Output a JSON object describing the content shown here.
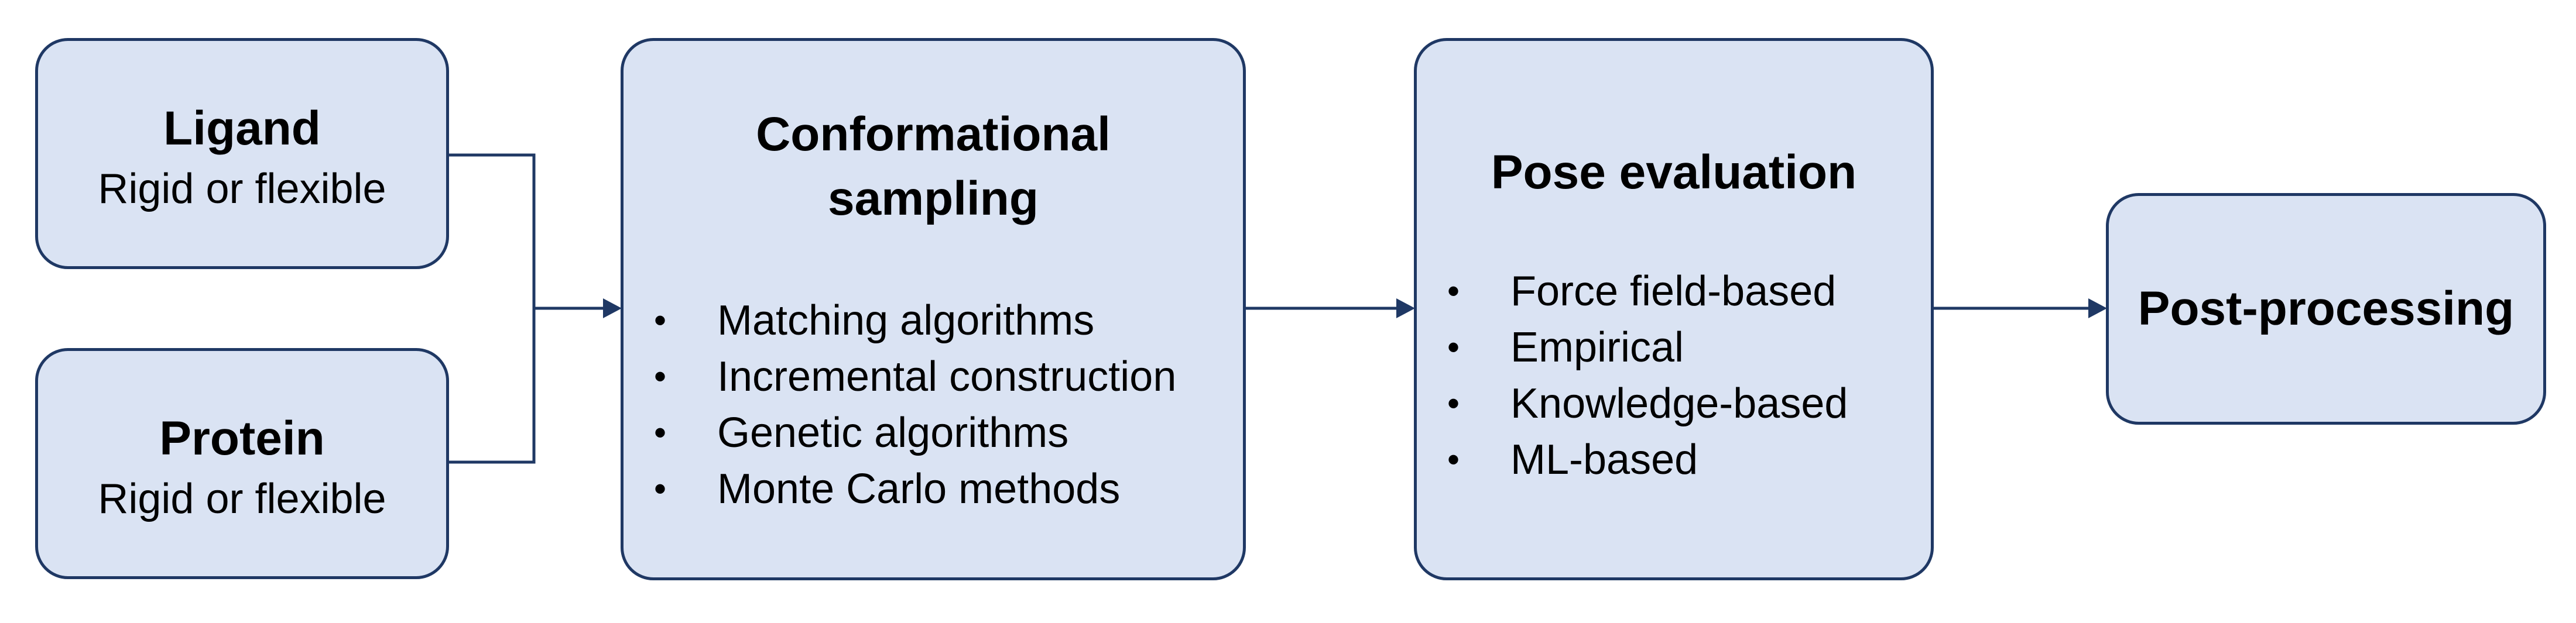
{
  "ligand": {
    "title": "Ligand",
    "subtitle": "Rigid or flexible"
  },
  "protein": {
    "title": "Protein",
    "subtitle": "Rigid or flexible"
  },
  "sampling": {
    "title_line1": "Conformational",
    "title_line2": "sampling",
    "items": [
      "Matching algorithms",
      "Incremental construction",
      "Genetic algorithms",
      "Monte Carlo methods"
    ]
  },
  "evaluation": {
    "title": "Pose evaluation",
    "items": [
      "Force field-based",
      "Empirical",
      "Knowledge-based",
      "ML-based"
    ]
  },
  "post": {
    "title": "Post-processing"
  },
  "colors": {
    "box_fill": "#dae3f3",
    "border": "#1f3864",
    "arrow": "#1f3864"
  }
}
